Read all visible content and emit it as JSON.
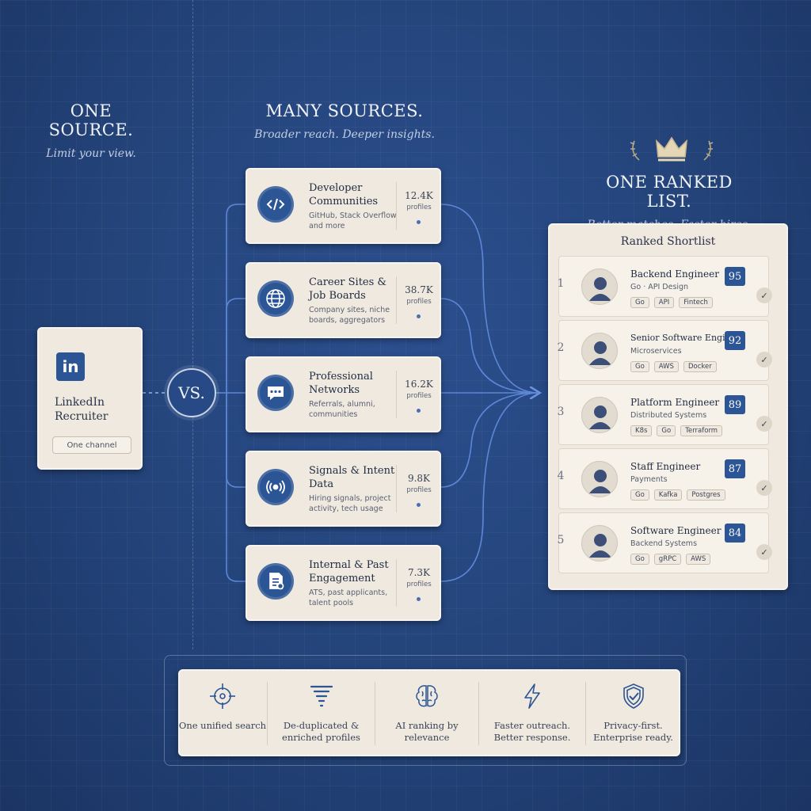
{
  "left_heading": {
    "title": "ONE SOURCE.",
    "subtitle": "Limit your view."
  },
  "middle_heading": {
    "title": "MANY SOURCES.",
    "subtitle": "Broader reach. Deeper insights."
  },
  "right_heading": {
    "title": "ONE RANKED LIST.",
    "subtitle": "Better matches. Faster hires."
  },
  "linkedin": {
    "logo": "in",
    "name": "LinkedIn Recruiter",
    "pill": "One channel"
  },
  "vs_label": "VS.",
  "sources": [
    {
      "icon": "code-icon",
      "title": "Developer Communities",
      "desc": "GitHub, Stack Overflow and more",
      "count": "12.4K",
      "unit": "profiles"
    },
    {
      "icon": "globe-icon",
      "title": "Career Sites & Job Boards",
      "desc": "Company sites, niche boards, aggregators",
      "count": "38.7K",
      "unit": "profiles"
    },
    {
      "icon": "chat-icon",
      "title": "Professional Networks",
      "desc": "Referrals, alumni, communities",
      "count": "16.2K",
      "unit": "profiles"
    },
    {
      "icon": "signal-icon",
      "title": "Signals & Intent Data",
      "desc": "Hiring signals, project activity, tech usage",
      "count": "9.8K",
      "unit": "profiles"
    },
    {
      "icon": "document-icon",
      "title": "Internal & Past Engagement",
      "desc": "ATS, past applicants, talent pools",
      "count": "7.3K",
      "unit": "profiles"
    }
  ],
  "shortlist": {
    "title": "Ranked Shortlist",
    "rows": [
      {
        "rank": "1",
        "role": "Backend Engineer",
        "sub": "Go · API Design",
        "score": "95",
        "tags": [
          "Go",
          "API",
          "Fintech"
        ]
      },
      {
        "rank": "2",
        "role": "Senior Software Engineer",
        "sub": "Microservices",
        "score": "92",
        "tags": [
          "Go",
          "AWS",
          "Docker"
        ]
      },
      {
        "rank": "3",
        "role": "Platform Engineer",
        "sub": "Distributed Systems",
        "score": "89",
        "tags": [
          "K8s",
          "Go",
          "Terraform"
        ]
      },
      {
        "rank": "4",
        "role": "Staff Engineer",
        "sub": "Payments",
        "score": "87",
        "tags": [
          "Go",
          "Kafka",
          "Postgres"
        ]
      },
      {
        "rank": "5",
        "role": "Software Engineer",
        "sub": "Backend Systems",
        "score": "84",
        "tags": [
          "Go",
          "gRPC",
          "AWS"
        ]
      }
    ]
  },
  "features": [
    {
      "icon": "target-icon",
      "label": "One unified search"
    },
    {
      "icon": "funnel-icon",
      "label": "De-duplicated & enriched profiles"
    },
    {
      "icon": "brain-icon",
      "label": "AI ranking by relevance"
    },
    {
      "icon": "lightning-icon",
      "label": "Faster outreach. Better response."
    },
    {
      "icon": "shield-check-icon",
      "label": "Privacy-first. Enterprise ready."
    }
  ],
  "colors": {
    "background": "#234379",
    "accent": "#2c5595",
    "card": "#efe9df",
    "connector": "#5d86d6"
  }
}
